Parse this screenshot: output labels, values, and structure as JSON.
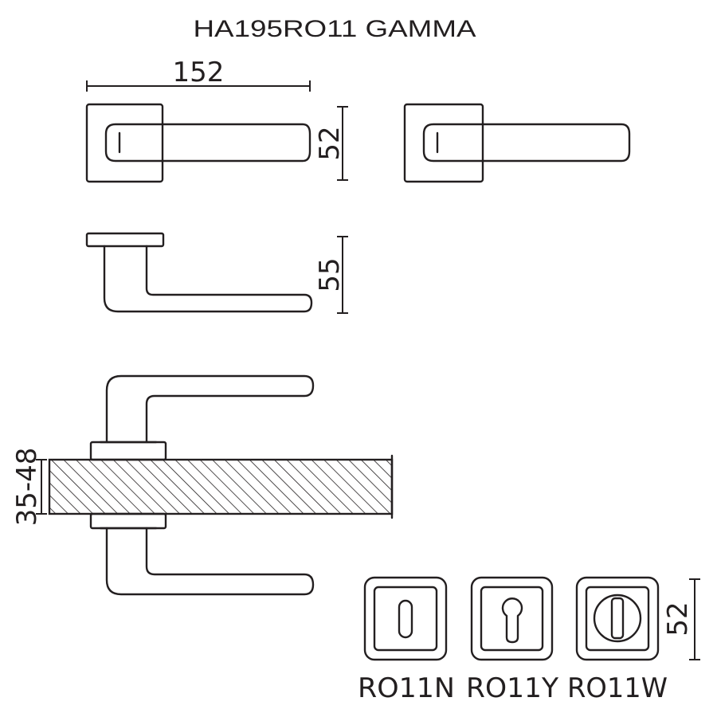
{
  "title": "HA195RO11  GAMMA",
  "dimensions": {
    "lever_length": "152",
    "rose_size": "52",
    "projection": "55",
    "door_thickness": "35-48",
    "escutcheon_size": "52"
  },
  "escutcheons": [
    {
      "label": "RO11N",
      "type": "keyhole"
    },
    {
      "label": "RO11Y",
      "type": "euro-cylinder"
    },
    {
      "label": "RO11W",
      "type": "wc-turn"
    }
  ],
  "colors": {
    "line": "#231f20",
    "background": "#ffffff"
  }
}
